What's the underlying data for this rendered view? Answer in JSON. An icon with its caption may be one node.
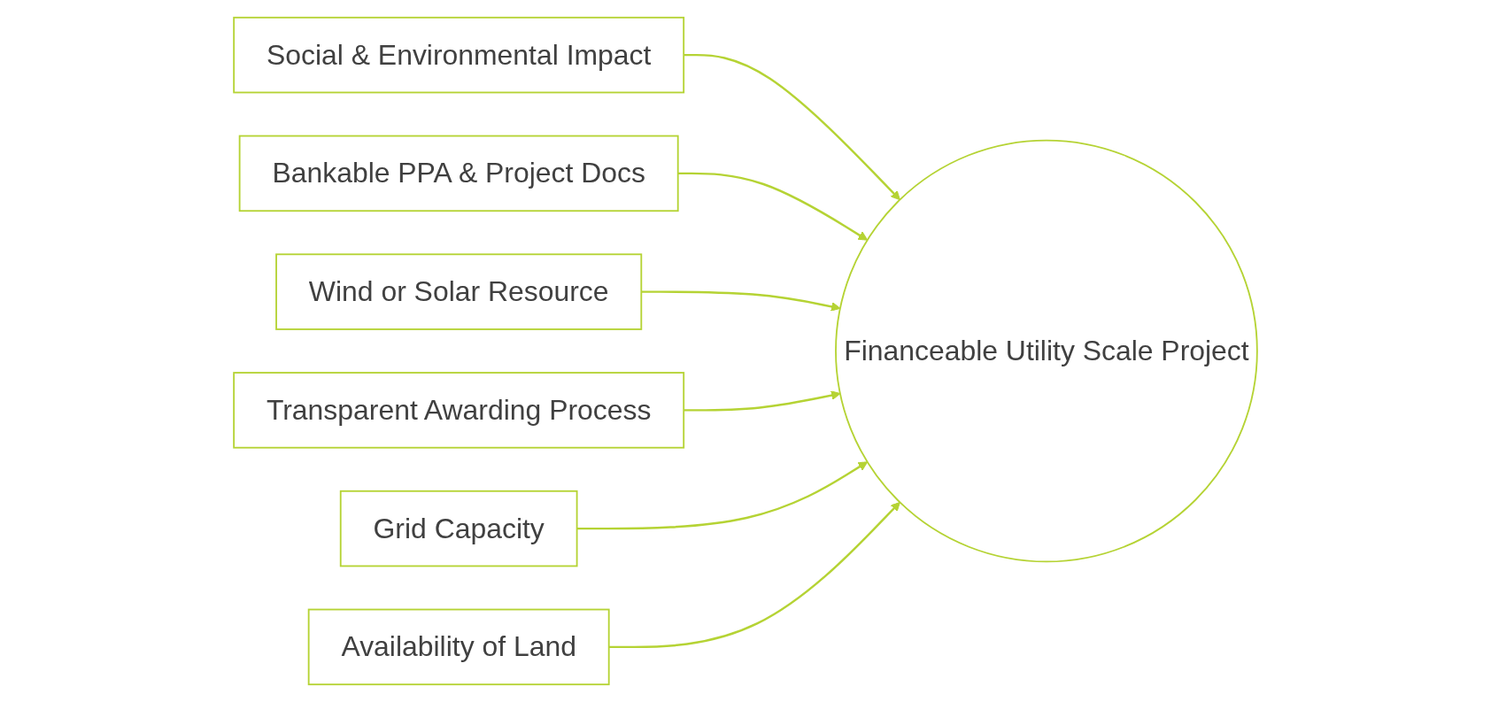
{
  "diagram": {
    "nodes": [
      {
        "text": [
          "Social & Environmental Impact"
        ]
      },
      {
        "text": [
          "Bankable PPA & Project Docs"
        ]
      },
      {
        "text": [
          "Wind or Solar Resource"
        ]
      },
      {
        "text": [
          "Financeable Utility Scale Project"
        ]
      },
      {
        "text": [
          "Transparent Awarding Process"
        ]
      },
      {
        "text": [
          "Grid Capacity"
        ]
      },
      {
        "text": [
          "Availability of Land"
        ]
      }
    ],
    "edges": [
      {
        "from": 0,
        "to": 3,
        "arrow": "to"
      },
      {
        "from": 1,
        "to": 3,
        "arrow": "to"
      },
      {
        "from": 2,
        "to": 3,
        "arrow": "to"
      },
      {
        "from": 4,
        "to": 3,
        "arrow": "to"
      },
      {
        "from": 5,
        "to": 3,
        "arrow": "to"
      },
      {
        "from": 6,
        "to": 3,
        "arrow": "to"
      }
    ]
  }
}
